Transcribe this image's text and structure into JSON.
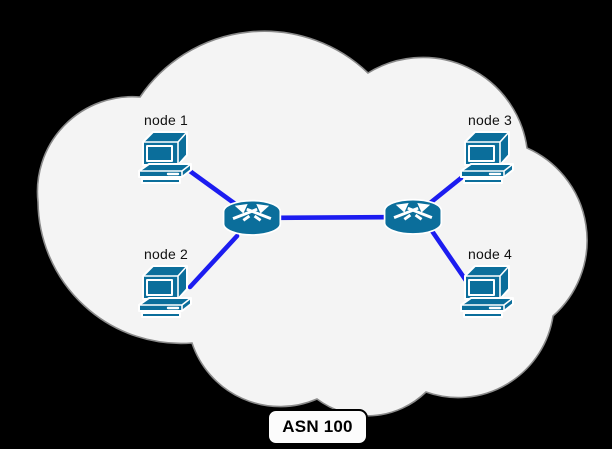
{
  "diagram": {
    "type": "network-topology",
    "asn_label": "ASN 100",
    "nodes": [
      {
        "id": "node1",
        "label": "node 1",
        "icon": "computer-icon"
      },
      {
        "id": "node2",
        "label": "node 2",
        "icon": "computer-icon"
      },
      {
        "id": "node3",
        "label": "node 3",
        "icon": "computer-icon"
      },
      {
        "id": "node4",
        "label": "node 4",
        "icon": "computer-icon"
      }
    ],
    "routers": [
      {
        "id": "router1",
        "icon": "router-icon"
      },
      {
        "id": "router2",
        "icon": "router-icon"
      }
    ],
    "links": [
      {
        "from": "node1",
        "to": "router1"
      },
      {
        "from": "node2",
        "to": "router1"
      },
      {
        "from": "router1",
        "to": "router2"
      },
      {
        "from": "router2",
        "to": "node3"
      },
      {
        "from": "router2",
        "to": "node4"
      }
    ],
    "colors": {
      "background": "#000000",
      "cloud_fill": "#f4f4f4",
      "cloud_border": "#8a8a8a",
      "device": "#0b6e9b",
      "device_outline": "#ffffff",
      "link": "#1c1cf0",
      "label_text": "#111111",
      "asn_box_fill": "#fcfcfc",
      "asn_box_border": "#000000"
    }
  }
}
